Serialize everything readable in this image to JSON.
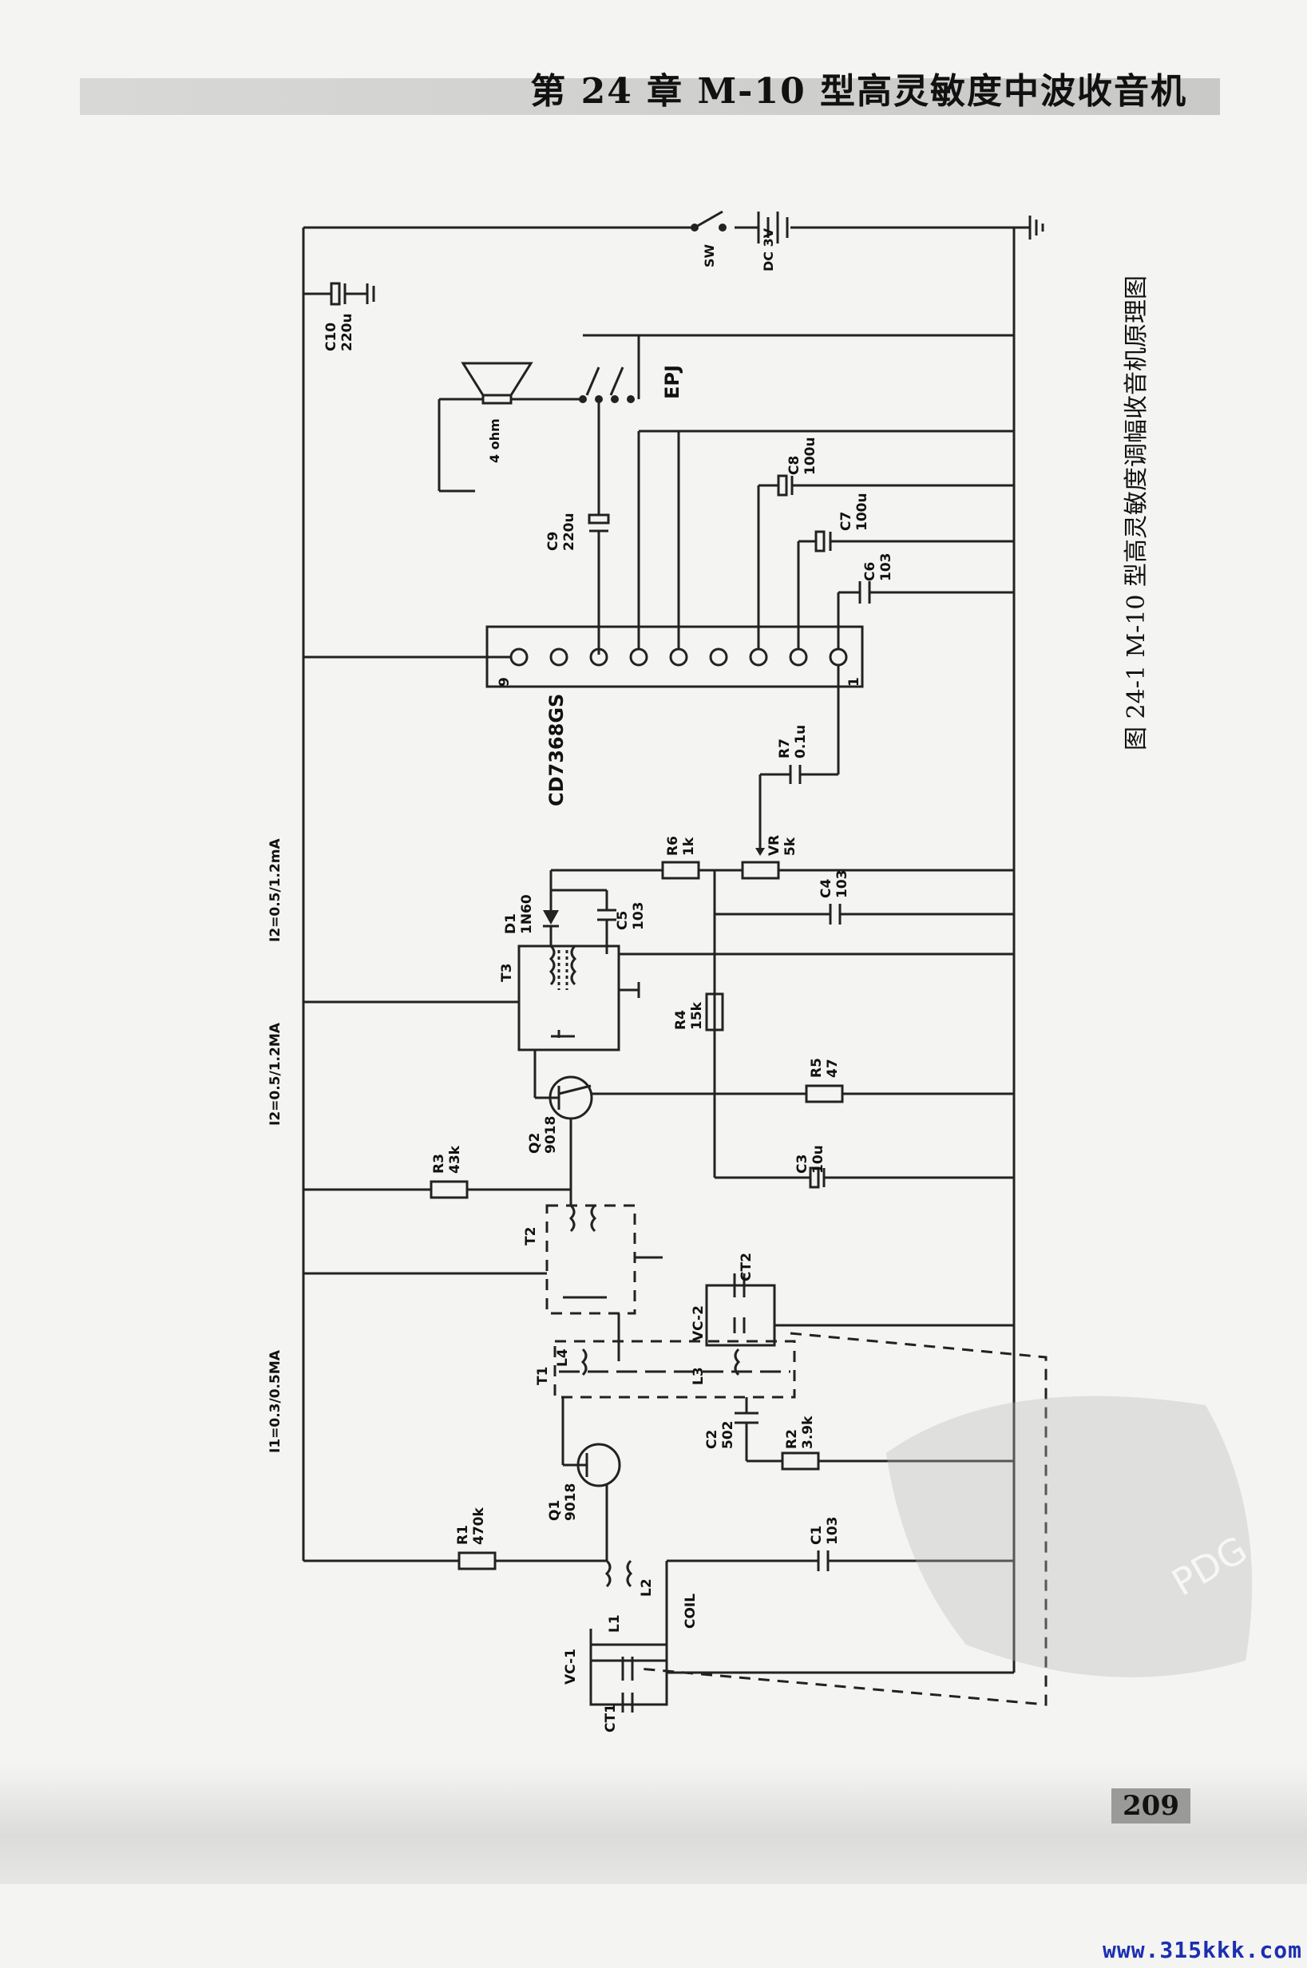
{
  "page": {
    "chapter_title": "第 24 章  M-10 型高灵敏度中波收音机",
    "caption": "图 24-1  M-10 型高灵敏度调幅收音机原理图",
    "page_number": "209",
    "site_url": "www.315kkk.com",
    "watermark_text": "PDG"
  },
  "schematic": {
    "components": {
      "sw": "SW",
      "battery": "DC 3V",
      "c10": [
        "C10",
        "220u"
      ],
      "speaker": "4 ohm",
      "epj": "EPJ",
      "c9": [
        "C9",
        "220u"
      ],
      "c8": [
        "C8",
        "100u"
      ],
      "c7": [
        "C7",
        "100u"
      ],
      "c6": [
        "C6",
        "103"
      ],
      "ic": "CD7368GS",
      "ic_pin9": "9",
      "ic_pin1": "1",
      "r7": [
        "R7",
        "0.1u"
      ],
      "r6": [
        "R6",
        "1k"
      ],
      "vr": [
        "VR",
        "5k"
      ],
      "d1": [
        "D1",
        "1N60"
      ],
      "c5": [
        "C5",
        "103"
      ],
      "c4": [
        "C4",
        "103"
      ],
      "t3": "T3",
      "r4": [
        "R4",
        "15k"
      ],
      "r5": [
        "R5",
        "47"
      ],
      "q2": [
        "Q2",
        "9018"
      ],
      "r3": [
        "R3",
        "43k"
      ],
      "c3": [
        "C3",
        "10u"
      ],
      "t2": "T2",
      "ct2": "CT2",
      "vc2": "VC-2",
      "l3": "L3",
      "l4": "L4",
      "t1": "T1",
      "c2": [
        "C2",
        "502"
      ],
      "r2": [
        "R2",
        "3.9k"
      ],
      "q1": [
        "Q1",
        "9018"
      ],
      "r1": [
        "R1",
        "470k"
      ],
      "c1": [
        "C1",
        "103"
      ],
      "l1": "L1",
      "l2": "L2",
      "coil": "COIL",
      "vc1": "VC-1",
      "ct1": "CT1",
      "i1": "I1=0.3/0.5MA",
      "i2a": "I2=0.5/1.2MA",
      "i2b": "I2=0.5/1.2mA"
    }
  }
}
